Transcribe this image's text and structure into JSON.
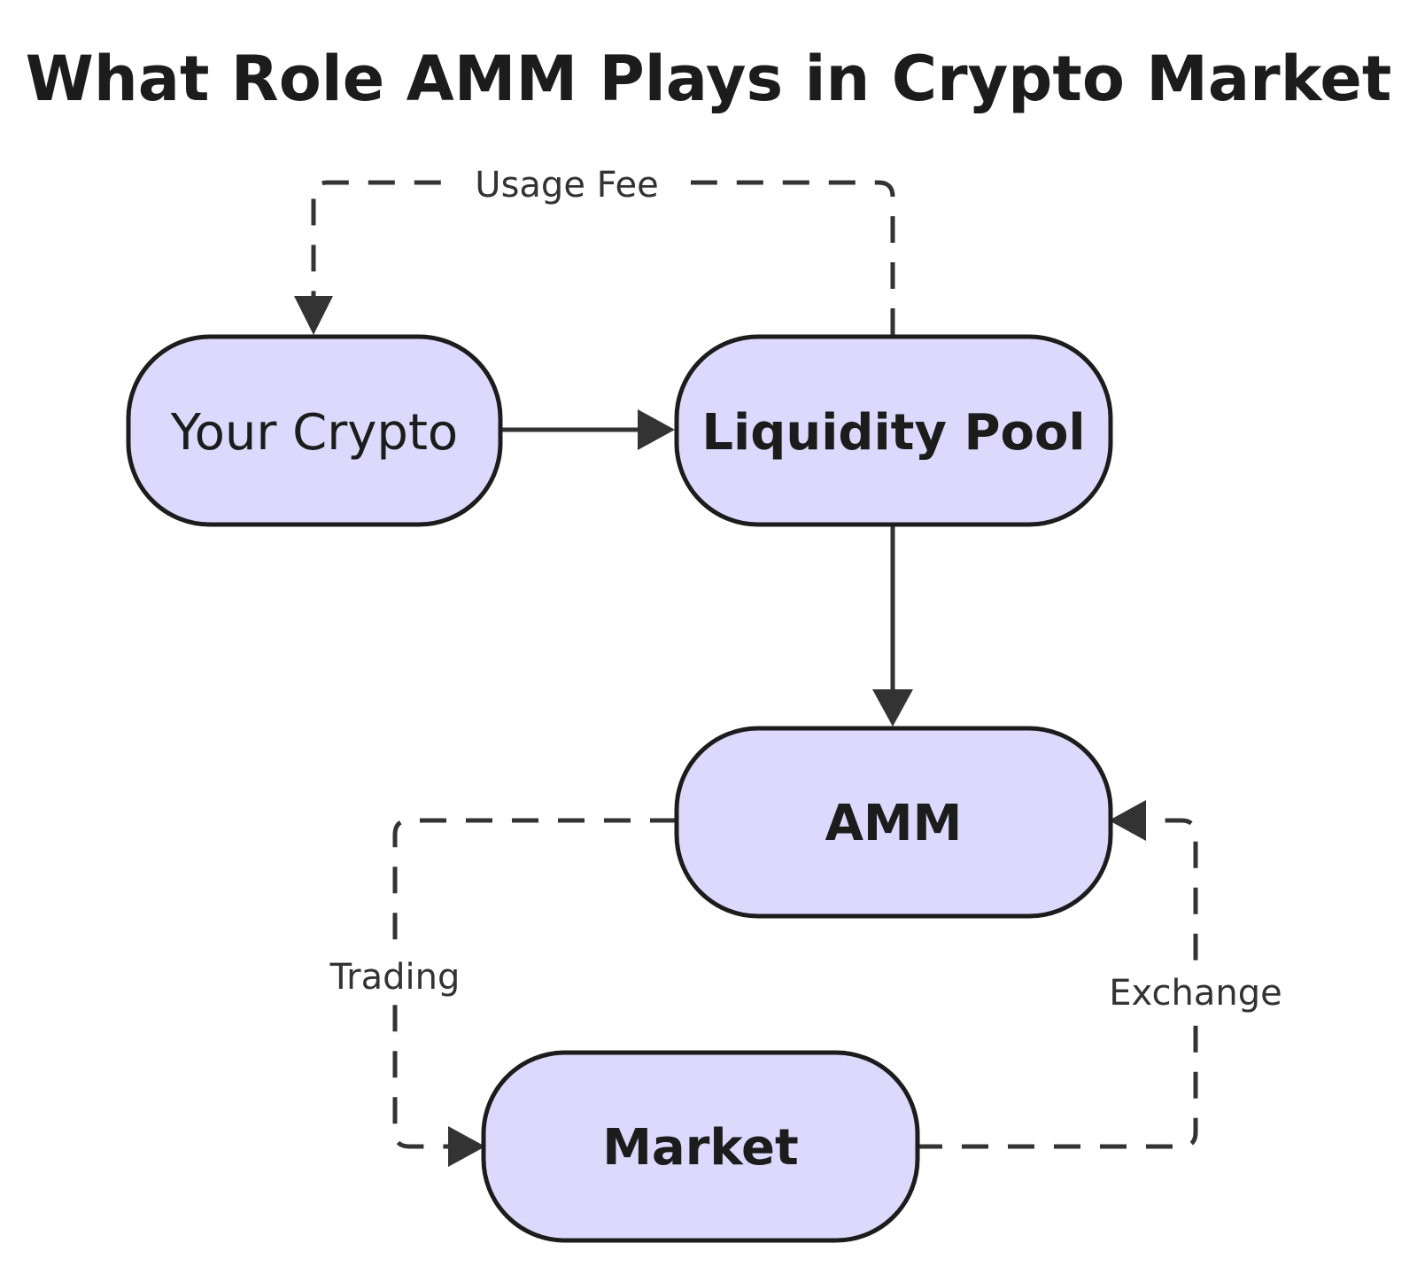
{
  "title": "What Role AMM Plays in Crypto Market",
  "nodes": {
    "your_crypto": "Your Crypto",
    "liquidity_pool": "Liquidity Pool",
    "amm": "AMM",
    "market": "Market"
  },
  "edges": {
    "usage_fee": "Usage Fee",
    "trading": "Trading",
    "exchange": "Exchange"
  },
  "colors": {
    "node_fill": "#dcd9fc",
    "node_stroke": "#1c1c1c",
    "edge": "#333333"
  }
}
